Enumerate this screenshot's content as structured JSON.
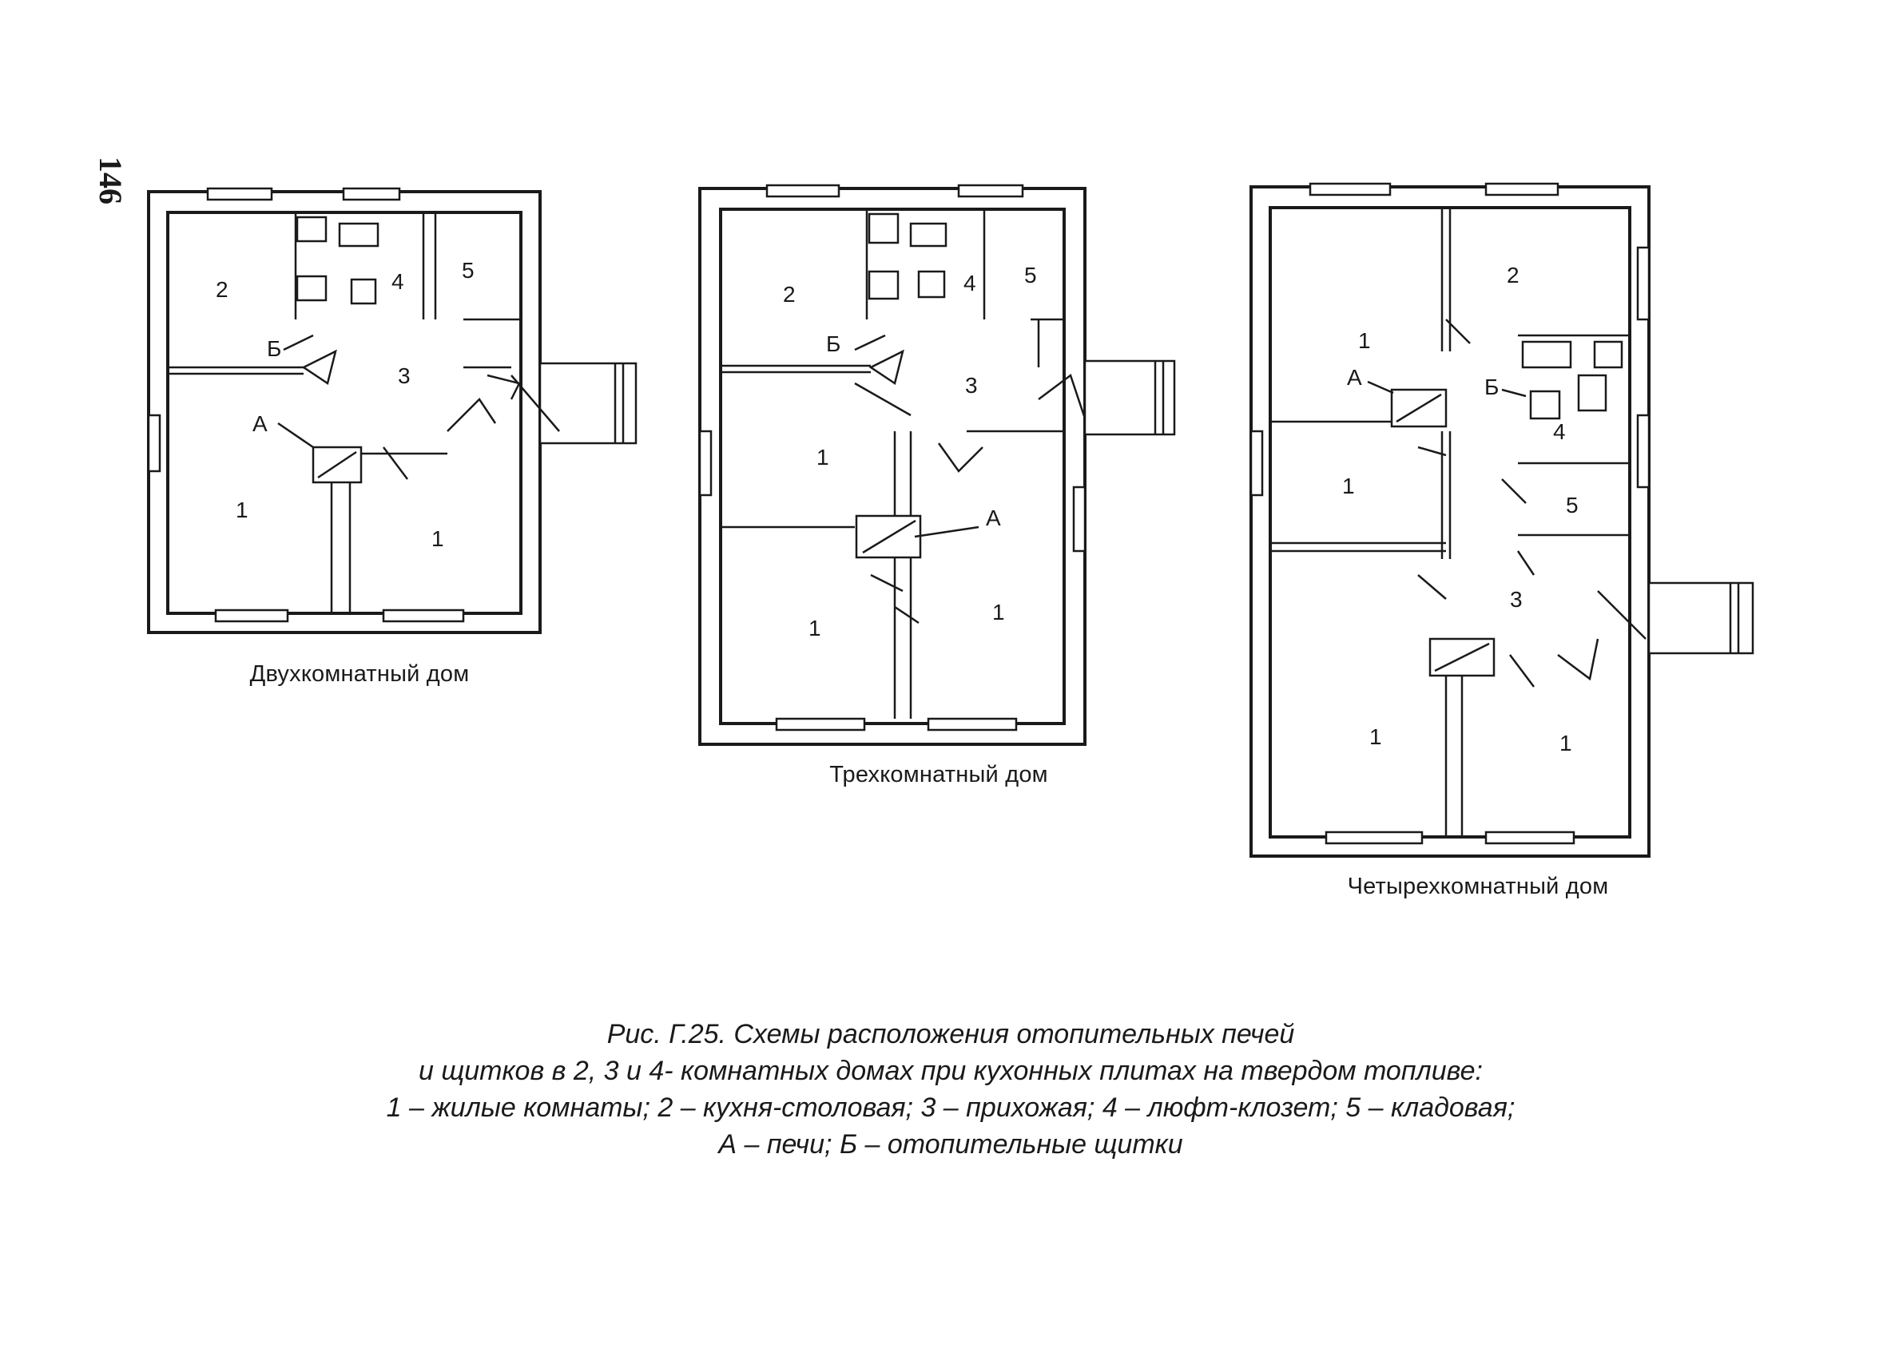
{
  "page_number": "146",
  "plans": {
    "two_room": {
      "caption": "Двухкомнатный дом",
      "rooms": [
        "2",
        "4",
        "5",
        "3",
        "1",
        "1"
      ],
      "markers": [
        "Б",
        "А"
      ]
    },
    "three_room": {
      "caption": "Трехкомнатный дом",
      "rooms": [
        "2",
        "4",
        "5",
        "3",
        "1",
        "1",
        "1"
      ],
      "markers": [
        "Б",
        "А"
      ]
    },
    "four_room": {
      "caption": "Четырехкомнатный дом",
      "rooms": [
        "2",
        "1",
        "1",
        "4",
        "5",
        "3",
        "1",
        "1"
      ],
      "markers": [
        "А",
        "Б"
      ]
    }
  },
  "figure_caption": {
    "line1": "Рис. Г.25. Схемы расположения отопительных печей",
    "line2": "и щитков в 2, 3 и 4- комнатных домах при кухонных плитах на твердом топливе:",
    "line3": "1 – жилые комнаты; 2 – кухня-столовая; 3 – прихожая; 4 – люфт-клозет; 5 – кладовая;",
    "line4": "А – печи; Б – отопительные щитки"
  }
}
